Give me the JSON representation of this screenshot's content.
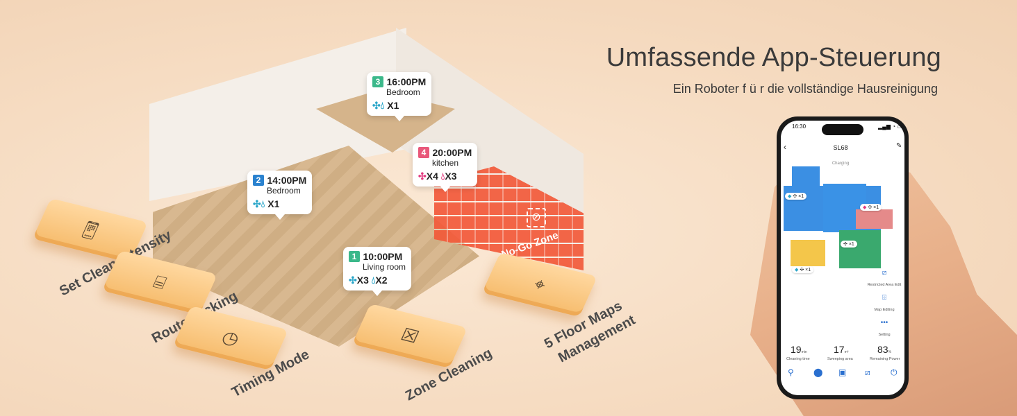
{
  "headline": "Umfassende App-Steuerung",
  "subline": "Ein Roboter f ü r die vollständige Hausreinigung",
  "nogo_zone": "No-Go Zone",
  "bubbles": [
    {
      "num": "3",
      "time": "16:00PM",
      "room": "Bedroom",
      "mult": "X1"
    },
    {
      "num": "4",
      "time": "20:00PM",
      "room": "kitchen",
      "fan": "X4",
      "drop": "X3"
    },
    {
      "num": "2",
      "time": "14:00PM",
      "room": "Bedroom",
      "mult": "X1"
    },
    {
      "num": "1",
      "time": "10:00PM",
      "room": "Living room",
      "fan": "X3",
      "drop": "X2"
    }
  ],
  "features": [
    {
      "label": "Set Clean Intensity",
      "icon": "phone-settings-icon"
    },
    {
      "label": "Route Tacking",
      "icon": "route-icon"
    },
    {
      "label": "Timing Mode",
      "icon": "clock-icon"
    },
    {
      "label": "Zone Cleaning",
      "icon": "zone-x-icon"
    },
    {
      "label": "5 Floor Maps Management",
      "line1": "5 Floor Maps",
      "line2": "Management",
      "icon": "map-pin-icon"
    }
  ],
  "phone": {
    "status_time": "16:30",
    "title": "SL68",
    "status": "Charging",
    "pills": [
      "×1",
      "×1",
      "×1",
      "×1"
    ],
    "side": [
      {
        "label": "Restricted Area Edit",
        "icon": "restricted-area-icon"
      },
      {
        "label": "Map Editing",
        "icon": "map-edit-icon"
      },
      {
        "label": "Setting",
        "icon": "more-icon"
      }
    ],
    "stats": [
      {
        "value": "19",
        "unit": "min",
        "label": "Cleaning time"
      },
      {
        "value": "17",
        "unit": "m²",
        "label": "Sweeping area"
      },
      {
        "value": "83",
        "unit": "%",
        "label": "Remaining Power"
      }
    ]
  }
}
